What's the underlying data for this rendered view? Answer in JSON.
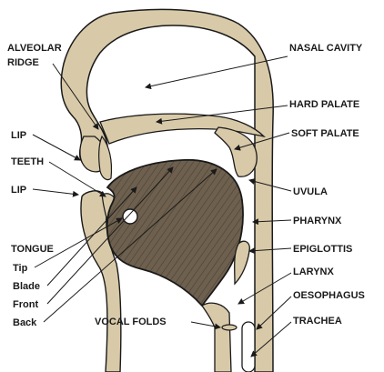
{
  "labels": {
    "alveolar_ridge": [
      "ALVEOLAR",
      "RIDGE"
    ],
    "nasal_cavity": "NASAL CAVITY",
    "hard_palate": "HARD PALATE",
    "soft_palate": "SOFT PALATE",
    "lip_upper": "LIP",
    "teeth": "TEETH",
    "lip_lower": "LIP",
    "uvula": "UVULA",
    "pharynx": "PHARYNX",
    "tongue": "TONGUE",
    "tongue_tip": "Tip",
    "tongue_blade": "Blade",
    "tongue_front": "Front",
    "tongue_back": "Back",
    "epiglottis": "EPIGLOTTIS",
    "larynx": "LARYNX",
    "oesophagus": "OESOPHAGUS",
    "vocal_folds": "VOCAL FOLDS",
    "trachea": "TRACHEA"
  },
  "colors": {
    "tissue": "#d8c9a8",
    "tongue": "#6b5e4e",
    "outline": "#1a1a1a",
    "background": "#ffffff"
  }
}
